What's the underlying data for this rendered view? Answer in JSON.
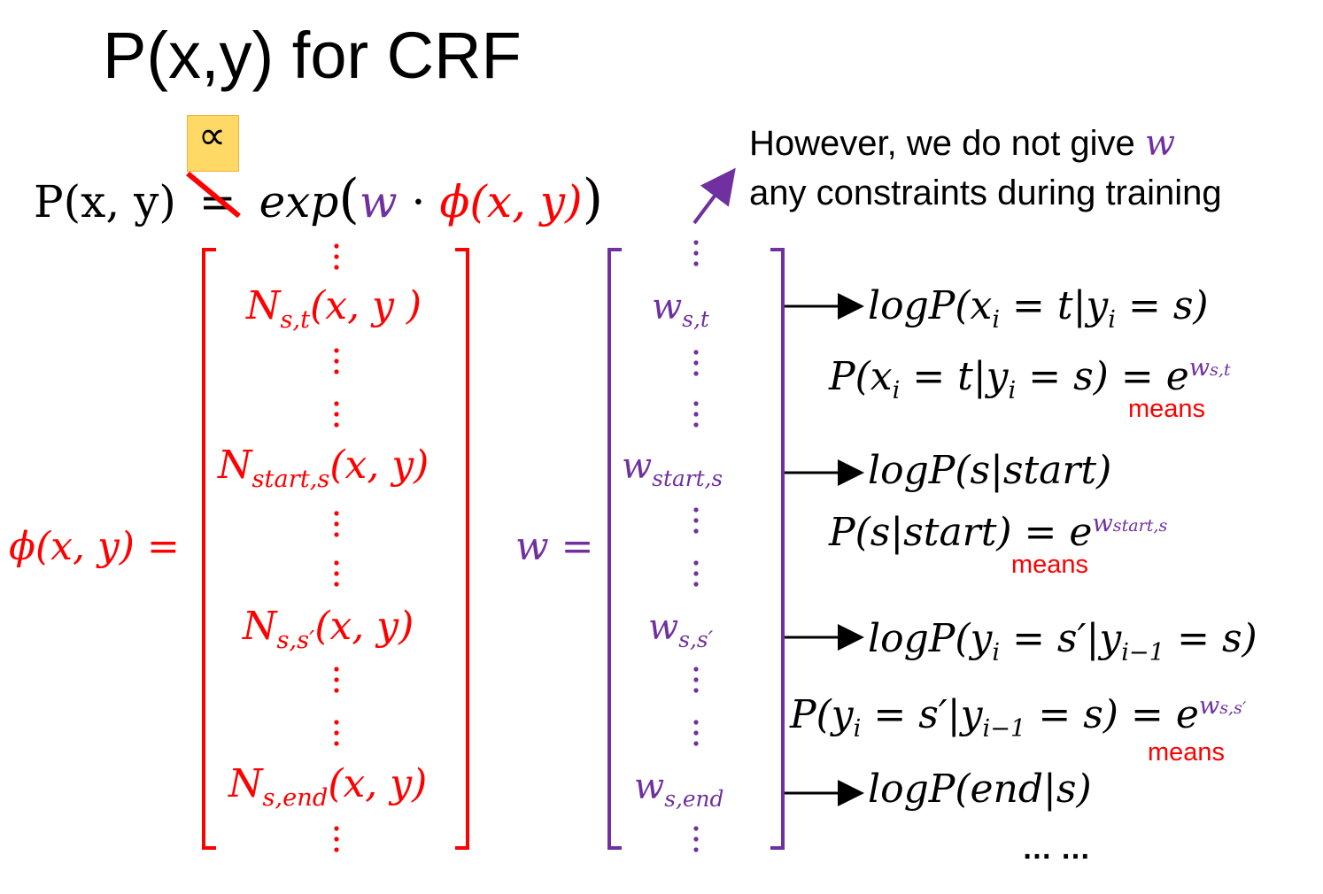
{
  "title": "P(x,y) for CRF",
  "eq": {
    "lhs": "P(x, y)",
    "prop_symbol": "∝",
    "equals": "=",
    "exp": "exp",
    "w": "w",
    "dot": " · ",
    "phi": "ϕ(x, y)"
  },
  "note": {
    "line1_pre": "However, we do not give ",
    "line1_w": "w",
    "line2": "any constraints during training"
  },
  "phi_vector": {
    "label": "ϕ(x, y) =",
    "entries": [
      {
        "base": "N",
        "sub": "s,t",
        "args": "(x, y )"
      },
      {
        "base": "N",
        "sub": "start,s",
        "args": "(x, y)"
      },
      {
        "base": "N",
        "sub": "s,s′",
        "args": "(x, y)"
      },
      {
        "base": "N",
        "sub": "s,end",
        "args": "(x, y)"
      }
    ]
  },
  "w_vector": {
    "label": "w =",
    "entries": [
      {
        "base": "w",
        "sub": "s,t"
      },
      {
        "base": "w",
        "sub": "start,s"
      },
      {
        "base": "w",
        "sub": "s,s′"
      },
      {
        "base": "w",
        "sub": "s,end"
      }
    ]
  },
  "meanings": [
    {
      "log": "logP(x",
      "log_sub": "i",
      "log_rest": " = t|y",
      "log_sub2": "i",
      "log_rest2": " = s)",
      "prob_pre": "P(x",
      "prob_sub": "i",
      "prob_mid": " = t|y",
      "prob_sub2": "i",
      "prob_end": " = s) = e",
      "exp_base": "w",
      "exp_sub": "s,t",
      "means": "means"
    },
    {
      "log": "logP(s|start)",
      "prob_pre": "P(s|start) = e",
      "exp_base": "w",
      "exp_sub": "start,s",
      "means": "means"
    },
    {
      "log_pre": "logP(y",
      "log_sub": "i",
      "log_mid": " = s′|y",
      "log_sub2": "i−1",
      "log_end": " = s)",
      "prob_pre": "P(y",
      "prob_sub": "i",
      "prob_mid": " = s′|y",
      "prob_sub2": "i−1",
      "prob_end": " = s) = e",
      "exp_base": "w",
      "exp_sub": "s,s′",
      "means": "means"
    },
    {
      "log": "logP(end|s)"
    }
  ],
  "ellipsis": "… …",
  "colors": {
    "red": "#ff0000",
    "purple": "#7030a0",
    "highlight": "#ffd966"
  }
}
